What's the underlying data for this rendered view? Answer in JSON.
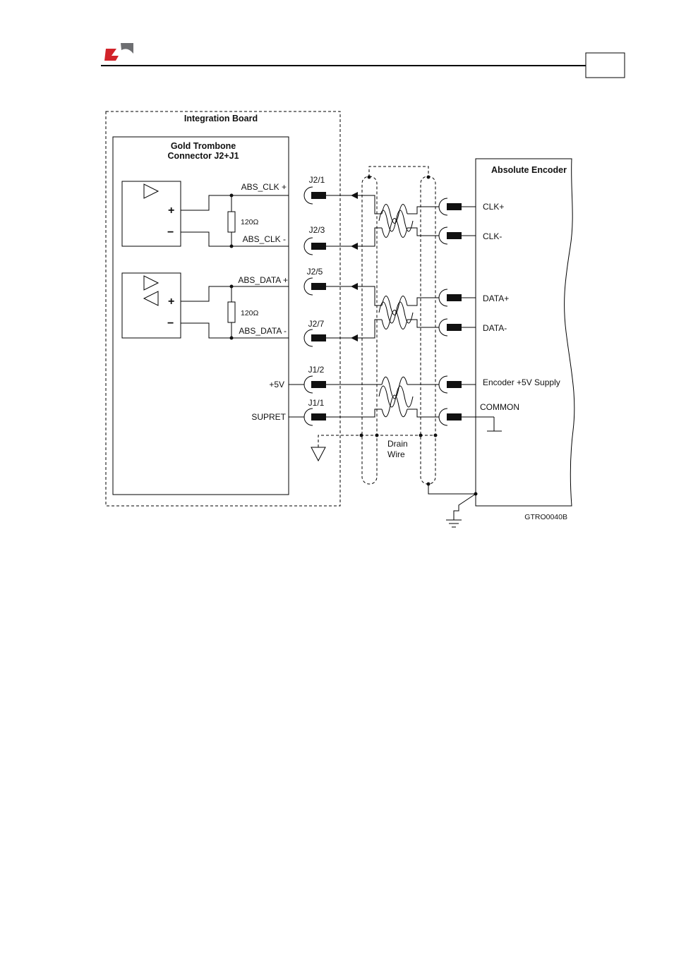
{
  "colors": {
    "logo_red": "#d2232a",
    "logo_gray": "#6d6e71",
    "ink": "#000000"
  },
  "icons": [
    "logo-icon",
    "ground-icon",
    "chassis-ground-icon",
    "triangle-buffer-icon"
  ],
  "diagram": {
    "integration_board_label": "Integration Board",
    "connector_title_line1": "Gold Trombone",
    "connector_title_line2": "Connector J2+J1",
    "encoder_label": "Absolute Encoder",
    "resistor_value": "120Ω",
    "drain_wire_line1": "Drain",
    "drain_wire_line2": "Wire",
    "figure_id": "GTRO0040B",
    "plus_sign": "+",
    "minus_sign": "−",
    "drive_signals": {
      "abs_clk_plus": "ABS_CLK +",
      "abs_clk_minus": "ABS_CLK -",
      "abs_data_plus": "ABS_DATA +",
      "abs_data_minus": "ABS_DATA -",
      "plus_5v": "+5V",
      "supret": "SUPRET"
    },
    "pins": {
      "j2_1": "J2/1",
      "j2_3": "J2/3",
      "j2_5": "J2/5",
      "j2_7": "J2/7",
      "j1_2": "J1/2",
      "j1_1": "J1/1"
    },
    "encoder_signals": {
      "clk_plus": "CLK+",
      "clk_minus": "CLK-",
      "data_plus": "DATA+",
      "data_minus": "DATA-",
      "supply": "Encoder +5V Supply",
      "common": "COMMON"
    }
  }
}
